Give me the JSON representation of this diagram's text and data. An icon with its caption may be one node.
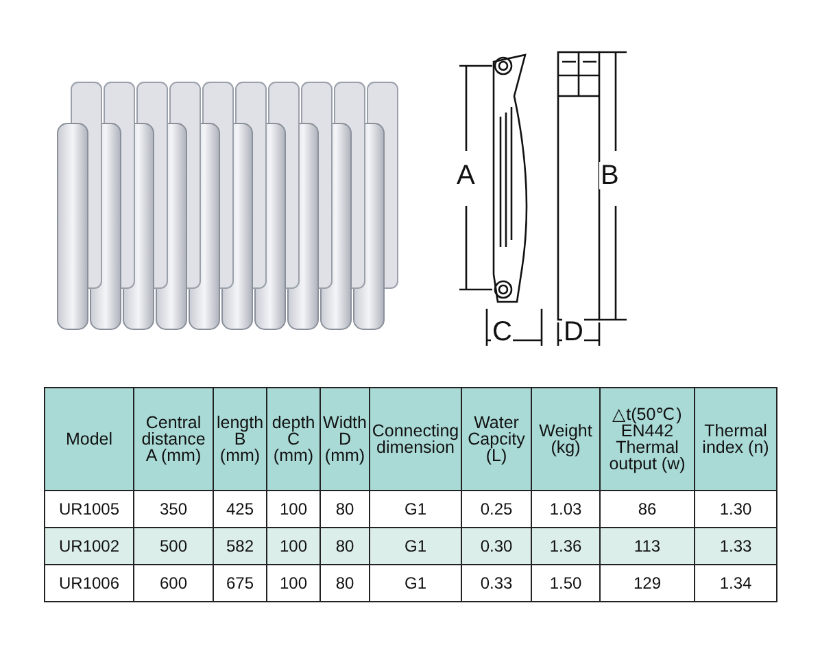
{
  "diagram": {
    "labels": [
      "A",
      "B",
      "C",
      "D",
      "Model",
      "Central distance A (mm)",
      "length B (mm)",
      "depth C (mm)",
      "Width D (mm)",
      "Connecting dimension",
      "Water Capcity (L)",
      "Weight (kg)",
      "△t(50℃) EN442 Thermal output (w)",
      "Thermal index (n)",
      "UR1005",
      "350",
      "425",
      "100",
      "80",
      "G1",
      "0.25",
      "1.03",
      "86",
      "1.30",
      "UR1002",
      "500",
      "582",
      "100",
      "80",
      "G1",
      "0.30",
      "1.36",
      "113",
      "1.33",
      "UR1006",
      "600",
      "675",
      "100",
      "80",
      "G1",
      "0.33",
      "1.50",
      "129",
      "1.34"
    ]
  }
}
